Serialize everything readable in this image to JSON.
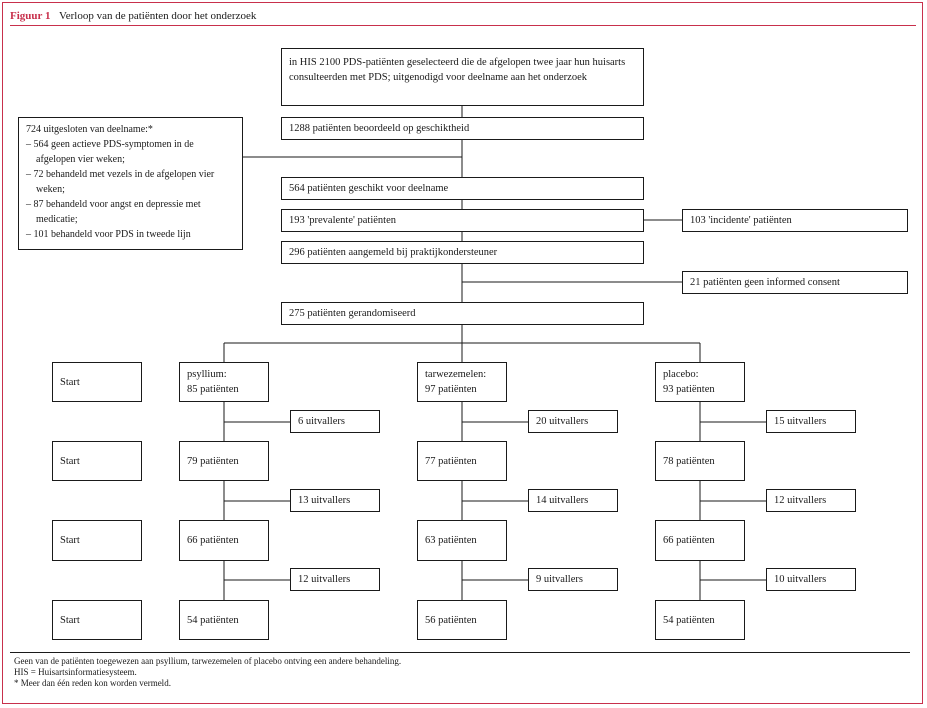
{
  "header": {
    "figure_label": "Figuur 1",
    "title": "Verloop van de patiënten door het onderzoek"
  },
  "flow": {
    "selected": "in HIS 2100 PDS-patiënten geselecteerd die de afgelopen twee jaar hun huisarts consulteerden met PDS; uitgenodigd voor deelname aan het onderzoek",
    "assessed": "1288 patiënten beoordeeld op geschiktheid",
    "excluded": {
      "title": "724 uitgesloten van deelname:*",
      "reasons": [
        "564 geen actieve PDS-symptomen in de afgelopen vier weken;",
        "72 behandeld met vezels in de afgelopen vier weken;",
        "87 behandeld voor angst en depressie met medicatie;",
        "101 behandeld voor PDS in tweede lijn"
      ]
    },
    "eligible": "564 patiënten geschikt voor deelname",
    "prevalent": "193 'prevalente' patiënten",
    "incident": "103 'incidente' patiënten",
    "registered": "296 patiënten aangemeld bij praktijkondersteuner",
    "no_consent": "21 patiënten geen informed consent",
    "randomised": "275 patiënten gerandomiseerd"
  },
  "rows": [
    "Start",
    "Start",
    "Start",
    "Start"
  ],
  "arms": [
    {
      "name": "psyllium:",
      "start": "85 patiënten",
      "stages": [
        "79 patiënten",
        "66 patiënten",
        "54 patiënten"
      ],
      "dropouts": [
        "6 uitvallers",
        "13 uitvallers",
        "12 uitvallers"
      ]
    },
    {
      "name": "tarwezemelen:",
      "start": "97 patiënten",
      "stages": [
        "77 patiënten",
        "63 patiënten",
        "56 patiënten"
      ],
      "dropouts": [
        "20 uitvallers",
        "14 uitvallers",
        "9 uitvallers"
      ]
    },
    {
      "name": "placebo:",
      "start": "93 patiënten",
      "stages": [
        "78 patiënten",
        "66 patiënten",
        "54 patiënten"
      ],
      "dropouts": [
        "15 uitvallers",
        "12 uitvallers",
        "10 uitvallers"
      ]
    }
  ],
  "footer": [
    "Geen van de patiënten toegewezen aan psyllium, tarwezemelen of placebo ontving een andere behandeling.",
    "HIS = Huisartsinformatiesysteem.",
    "* Meer dan één reden kon worden vermeld."
  ]
}
